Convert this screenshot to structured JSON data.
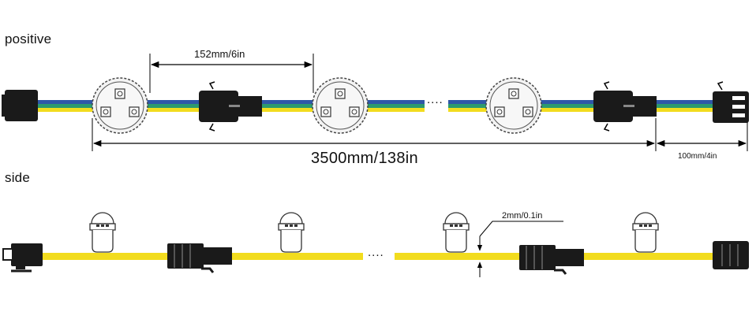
{
  "views": {
    "positive_label": "positive",
    "side_label": "side"
  },
  "dimensions": {
    "pixel_pitch": "152mm/6in",
    "total_length": "3500mm/138in",
    "lead_wire": "100mm/4in",
    "wire_thickness": "2mm/0.1in"
  },
  "ellipsis": {
    "top": "....",
    "bottom": "...."
  },
  "colors": {
    "wire_blue": "#2f57a8",
    "wire_green": "#2c9a6e",
    "wire_yellow": "#f2dc1e",
    "connector": "#1a1a1a",
    "outline": "#333333"
  }
}
